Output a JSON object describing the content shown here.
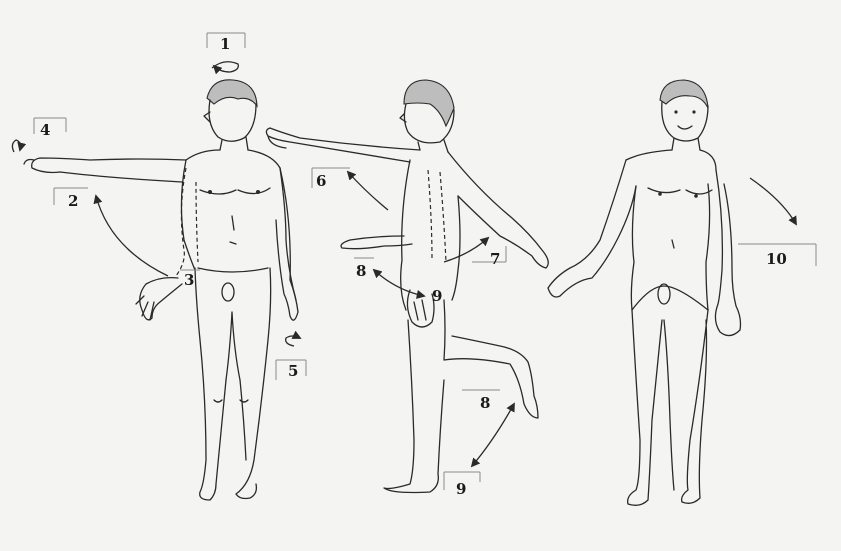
{
  "labels": {
    "l1": "1",
    "l2": "2",
    "l3": "3",
    "l4": "4",
    "l5": "5",
    "l6": "6",
    "l7": "7",
    "l8a": "8",
    "l9a": "9",
    "l8b": "8",
    "l9b": "9",
    "l10": "10"
  }
}
